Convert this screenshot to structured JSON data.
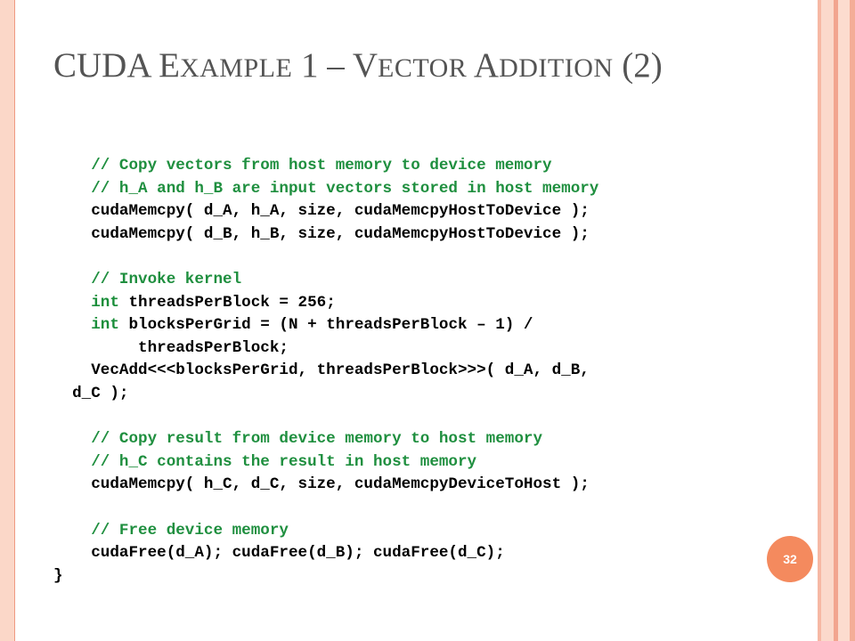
{
  "slide": {
    "title_parts": [
      {
        "text": "CUDA E",
        "size": "big"
      },
      {
        "text": "XAMPLE",
        "size": "small"
      },
      {
        "text": " 1 – V",
        "size": "big"
      },
      {
        "text": "ECTOR",
        "size": "small"
      },
      {
        "text": " A",
        "size": "big"
      },
      {
        "text": "DDITION",
        "size": "small"
      },
      {
        "text": " (2)",
        "size": "big"
      }
    ],
    "page_number": "32"
  },
  "code_lines": [
    [
      {
        "t": "    // Copy vectors from host memory to device memory",
        "c": "cmt"
      }
    ],
    [
      {
        "t": "    // h_A and h_B are input vectors stored in host memory",
        "c": "cmt"
      }
    ],
    [
      {
        "t": "    cudaMemcpy( d_A, h_A, size, cudaMemcpyHostToDevice );",
        "c": ""
      }
    ],
    [
      {
        "t": "    cudaMemcpy( d_B, h_B, size, cudaMemcpyHostToDevice );",
        "c": ""
      }
    ],
    [
      {
        "t": "",
        "c": ""
      }
    ],
    [
      {
        "t": "    // Invoke kernel",
        "c": "cmt"
      }
    ],
    [
      {
        "t": "    ",
        "c": ""
      },
      {
        "t": "int",
        "c": "kw"
      },
      {
        "t": " threadsPerBlock = 256;",
        "c": ""
      }
    ],
    [
      {
        "t": "    ",
        "c": ""
      },
      {
        "t": "int",
        "c": "kw"
      },
      {
        "t": " blocksPerGrid = (N + threadsPerBlock – 1) /",
        "c": ""
      }
    ],
    [
      {
        "t": "         threadsPerBlock;",
        "c": ""
      }
    ],
    [
      {
        "t": "    VecAdd<<<blocksPerGrid, threadsPerBlock>>>( d_A, d_B,",
        "c": ""
      }
    ],
    [
      {
        "t": "  d_C );",
        "c": ""
      }
    ],
    [
      {
        "t": "",
        "c": ""
      }
    ],
    [
      {
        "t": "    // Copy result from device memory to host memory",
        "c": "cmt"
      }
    ],
    [
      {
        "t": "    // h_C contains the result in host memory",
        "c": "cmt"
      }
    ],
    [
      {
        "t": "    cudaMemcpy( h_C, d_C, size, cudaMemcpyDeviceToHost );",
        "c": ""
      }
    ],
    [
      {
        "t": "",
        "c": ""
      }
    ],
    [
      {
        "t": "    // Free device memory",
        "c": "cmt"
      }
    ],
    [
      {
        "t": "    cudaFree(d_A); cudaFree(d_B); cudaFree(d_C);",
        "c": ""
      }
    ],
    [
      {
        "t": "}",
        "c": ""
      }
    ]
  ]
}
